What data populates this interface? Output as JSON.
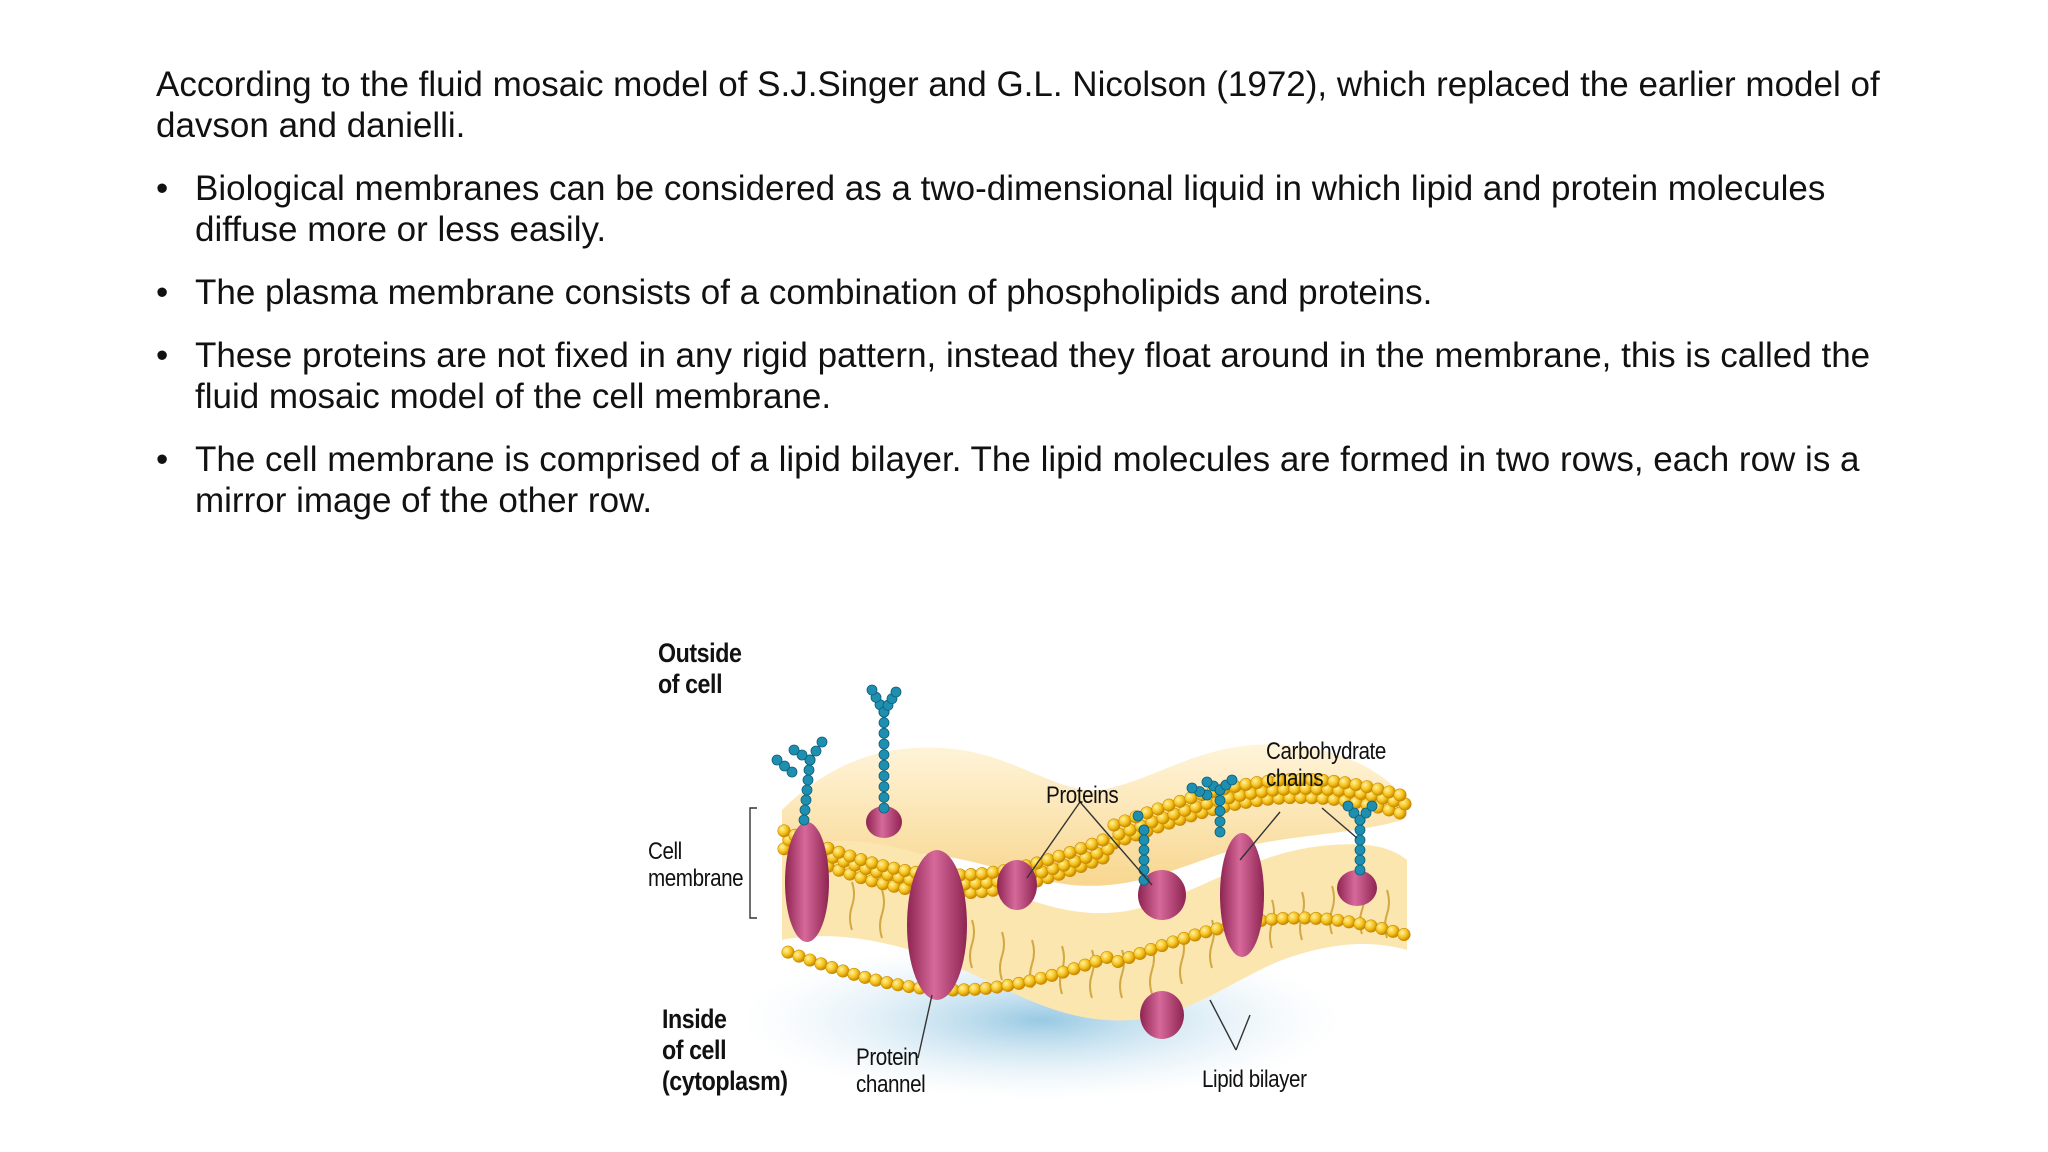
{
  "slide": {
    "intro": "According to the fluid mosaic model of S.J.Singer and G.L. Nicolson (1972), which replaced the earlier model of davson and danielli.",
    "bullet_glyph": "•",
    "bullets": [
      "Biological membranes can be considered as a two-dimensional liquid in which lipid and protein molecules diffuse more or less easily.",
      "The plasma membrane consists of a combination of phospholipids and proteins.",
      "These proteins are not fixed in any rigid pattern, instead they float around in the membrane, this is called the fluid mosaic model of the cell membrane.",
      "The cell membrane is comprised of a lipid bilayer. The lipid molecules are formed in two rows, each row is a mirror image of the other row."
    ]
  },
  "figure": {
    "labels": {
      "outside_line1": "Outside",
      "outside_line2": "of cell",
      "cell_membrane_line1": "Cell",
      "cell_membrane_line2": "membrane",
      "inside_line1": "Inside",
      "inside_line2": "of cell",
      "inside_line3": "(cytoplasm)",
      "proteins": "Proteins",
      "carbohydrate_line1": "Carbohydrate",
      "carbohydrate_line2": "chains",
      "protein_channel_line1": "Protein",
      "protein_channel_line2": "channel",
      "lipid_bilayer": "Lipid bilayer"
    },
    "colors": {
      "lipid_head": "#f5c21b",
      "lipid_head_edge": "#c98a00",
      "membrane_core": "#fbe6b0",
      "protein": "#c2467a",
      "protein_dark": "#8e2452",
      "carbohydrate": "#1e8fb0",
      "cytoplasm_shadow": "#a9d3ea"
    }
  }
}
